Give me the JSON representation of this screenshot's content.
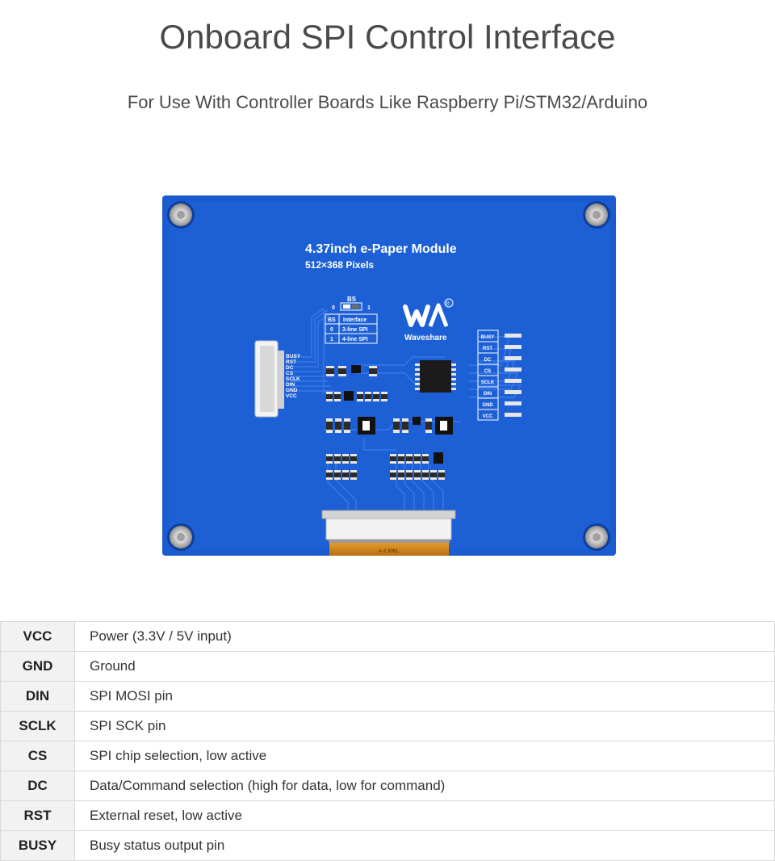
{
  "header": {
    "title": "Onboard SPI Control Interface",
    "subtitle": "For Use With Controller Boards Like Raspberry Pi/STM32/Arduino"
  },
  "board": {
    "module_name": "4.37inch e-Paper Module",
    "resolution": "512×368 Pixels",
    "brand": "Waveshare",
    "registered_mark": "®",
    "bs_label": "BS",
    "bs_zero": "0",
    "bs_one": "1",
    "bs_table": {
      "headers": [
        "BS",
        "Interface"
      ],
      "rows": [
        [
          "0",
          "3-line SPI"
        ],
        [
          "1",
          "4-line SPI"
        ]
      ]
    },
    "left_pins": [
      "BUSY",
      "RST",
      "DC",
      "CS",
      "SCLK",
      "DIN",
      "GND",
      "VCC"
    ],
    "right_pins": [
      "BUSY",
      "RST",
      "DC",
      "CS",
      "SCLK",
      "DIN",
      "GND",
      "VCC"
    ],
    "fpc_label": "A-2.3061",
    "colors": {
      "pcb": "#1a5bd0",
      "copper": "#3a78e8",
      "silk": "#ffffff",
      "flex": "#d78a1f"
    }
  },
  "pin_table": [
    {
      "pin": "VCC",
      "desc": "Power (3.3V / 5V input)"
    },
    {
      "pin": "GND",
      "desc": "Ground"
    },
    {
      "pin": "DIN",
      "desc": "SPI MOSI pin"
    },
    {
      "pin": "SCLK",
      "desc": "SPI SCK pin"
    },
    {
      "pin": "CS",
      "desc": "SPI chip selection, low active"
    },
    {
      "pin": "DC",
      "desc": "Data/Command selection (high for data, low for command)"
    },
    {
      "pin": "RST",
      "desc": "External reset, low active"
    },
    {
      "pin": "BUSY",
      "desc": "Busy status output pin"
    }
  ]
}
